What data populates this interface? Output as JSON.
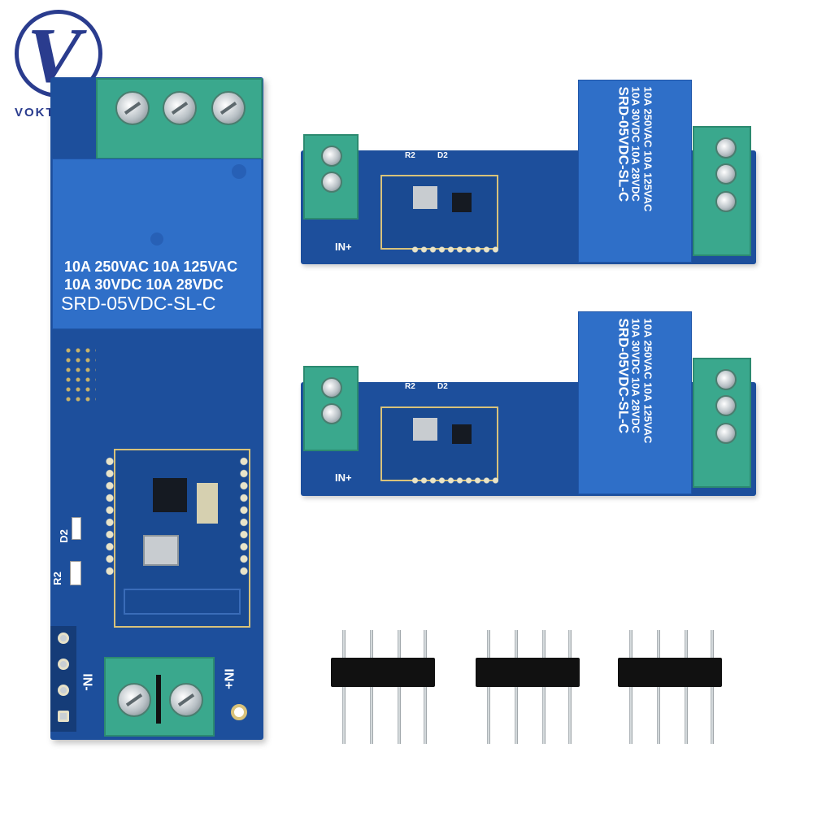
{
  "logo": {
    "text": "VOKTTA"
  },
  "large_board": {
    "relay_line1": "10A 250VAC  10A 125VAC",
    "relay_line2": "10A  30VDC  10A  28VDC",
    "relay_model": "SRD-05VDC-SL-C",
    "label_d2": "D2",
    "label_r2": "R2",
    "label_in_minus": "IN-",
    "label_in_plus": "IN+"
  },
  "small_boards": [
    {
      "relay_line1": "10A 250VAC 10A 125VAC",
      "relay_line2": "10A 30VDC 10A 28VDC",
      "relay_model": "SRD-05VDC-SL-C",
      "label_r2": "R2",
      "label_d2": "D2",
      "label_in_plus": "IN+"
    },
    {
      "relay_line1": "10A 250VAC 10A 125VAC",
      "relay_line2": "10A 30VDC 10A 28VDC",
      "relay_model": "SRD-05VDC-SL-C",
      "label_r2": "R2",
      "label_d2": "D2",
      "label_in_plus": "IN+"
    }
  ],
  "colors": {
    "pcb_blue": "#1d4f9c",
    "relay_blue": "#2f6fc8",
    "terminal_green": "#3aa88d",
    "logo_navy": "#2a3c8e"
  }
}
